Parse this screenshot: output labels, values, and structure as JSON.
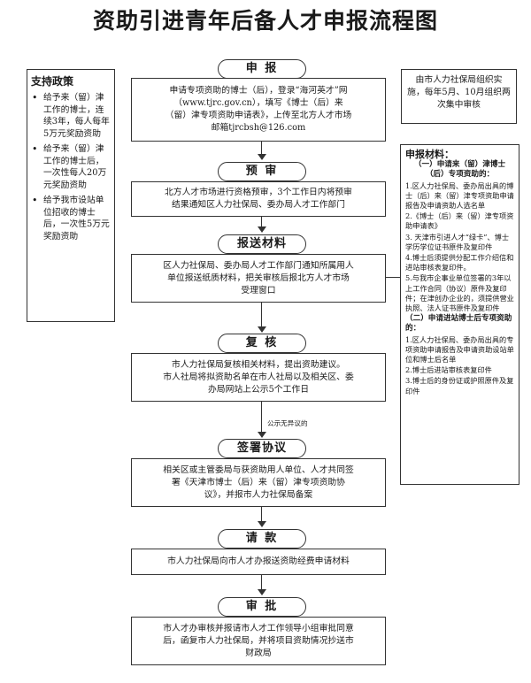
{
  "title": "资助引进青年后备人才申报流程图",
  "policy": {
    "heading": "支持政策",
    "items": [
      "给予来（留）津工作的博士，连续3年，每人每年5万元奖励资助",
      "给予来（留）津工作的博士后，一次性每人20万元奖励资助",
      "给予我市设站单位招收的博士后，一次性5万元奖励资助"
    ]
  },
  "schedule_note": "由市人力社保局组织实施，每年5月、10月组织两次集中审核",
  "materials": {
    "heading": "申报材料：",
    "section1": "（一）申请来（留）津博士（后）专项资助的：",
    "section1_items": [
      "1.区人力社保局、委办局出具的博士（后）来（留）津专项资助申请报告及申请资助人选名单",
      "2.《博士（后）来（留）津专项资助申请表》",
      "3. 天津市引进人才“绿卡”、博士学历学位证书原件及复印件",
      "4.博士后须提供分配工作介绍信和进站审核表复印件。",
      "5.与我市企事业单位签署的3年以上工作合同（协议）原件及复印件；在津创办企业的，须提供营业执照、法人证书原件及复印件"
    ],
    "section2": "（二）申请进站博士后专项资助的：",
    "section2_items": [
      "1.区人力社保局、委办局出具的专项资助申请报告及申请资助设站单位和博士后名单",
      "2.博士后进站审核表复印件",
      "3.博士后的身份证或护照原件及复印件"
    ]
  },
  "flow": {
    "stage1": "申 报",
    "box1": [
      "申请专项资助的博士（后），登录“海河英才”网",
      "（www.tjrc.gov.cn），填写《博士（后）来",
      "（留）津专项资助申请表》，上传至北方人才市场",
      "邮箱tjrcbsh@126.com"
    ],
    "stage2": "预 审",
    "box2": [
      "北方人才市场进行资格预审，3个工作日内将预审",
      "结果通知区人力社保局、委办局人才工作部门"
    ],
    "stage3": "报送材料",
    "box3": [
      "区人力社保局、委办局人才工作部门通知所属用人",
      "单位报送纸质材料，把关审核后报北方人才市场",
      "受理窗口"
    ],
    "stage4": "复 核",
    "box4": [
      "市人力社保局复核相关材料，提出资助建议。",
      "市人社局将拟资助名单在市人社局以及相关区、委",
      "办局网站上公示5个工作日"
    ],
    "note": "公示无异议的",
    "stage5": "签署协议",
    "box5": [
      "相关区或主管委局与获资助用人单位、人才共同签",
      "署《天津市博士（后）来（留）津专项资助协",
      "议》，并报市人力社保局备案"
    ],
    "stage6": "请 款",
    "box6": [
      "市人力社保局向市人才办报送资助经费申请材料"
    ],
    "stage7": "审 批",
    "box7": [
      "市人才办审核并报请市人才工作领导小组审批同意",
      "后，函复市人力社保局，并将项目资助情况抄送市",
      "财政局"
    ]
  }
}
